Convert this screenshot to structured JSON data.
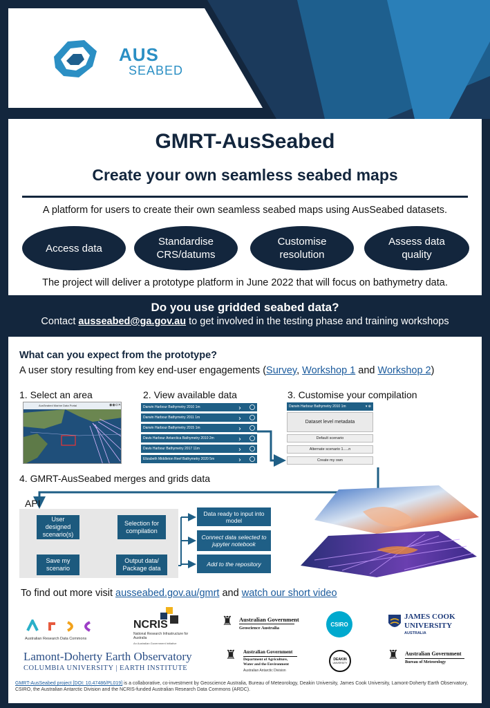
{
  "brand": {
    "line1": "AUS",
    "line2": "SEABED"
  },
  "title": "GMRT-AusSeabed",
  "subtitle": "Create your own seamless seabed maps",
  "intro": "A platform for users to create their own seamless seabed maps using AusSeabed datasets.",
  "features": [
    "Access data",
    "Standardise CRS/datums",
    "Customise resolution",
    "Assess data quality"
  ],
  "project_note": "The project will deliver a prototype platform in June 2022 that will focus on bathymetry data.",
  "banner": {
    "question": "Do you use gridded seabed data?",
    "contact_prefix": "Contact ",
    "email": "ausseabed@ga.gov.au",
    "contact_suffix": " to get involved in the testing phase and training workshops"
  },
  "expect": {
    "heading": "What can you expect from the prototype?",
    "text_prefix": "A user story resulting from key end-user engagements (",
    "link_survey": "Survey",
    "sep1": ", ",
    "link_w1": "Workshop 1",
    "sep2": " and ",
    "link_w2": "Workshop 2",
    "text_suffix": ")"
  },
  "steps": {
    "s1": "1. Select an area",
    "s2": "2. View available data",
    "s3": "3. Customise your compilation",
    "s4": "4. GMRT-AusSeabed merges and grids data"
  },
  "map_title": "AusSeabed Marine Data Portal",
  "datasets": [
    "Darwin Harbour Bathymetry 2010 1m",
    "Darwin Harbour Bathymetry 2011 1m",
    "Darwin Harbour Bathymetry 2015 1m",
    "Davis Harbour Antarctica Bathymetry 2010 2m",
    "Davis Harbour Bathymetry 2017 11m",
    "Elizabeth Middleton Reef Bathymetry 2020 5m"
  ],
  "compile": {
    "header": "Darwin Harbour Bathymetry 2010 1m",
    "metadata": "Dataset level metadata",
    "default": "Default scenario",
    "alternate": "Alternate scenario 1.....n",
    "create": "Create my own"
  },
  "api": {
    "label": "API",
    "user": "User designed scenario(s)",
    "selection": "Selection for compilation",
    "save": "Save my scenario",
    "output": "Output data/ Package data",
    "ready": "Data ready to input into model",
    "jupyter": "Connect data selected to jupyter notebook",
    "repo": "Add to the repository"
  },
  "more": {
    "prefix": "To find out more visit ",
    "link1": "ausseabed.gov.au/gmrt",
    "mid": " and ",
    "link2": "watch our short video"
  },
  "logos": {
    "ardc": "Australian Research Data Commons",
    "ncris": "NCRIS",
    "ncris_sub": "National Research Infrastructure for Australia",
    "ncris_sub2": "An Australian Government Initiative",
    "ag": "Australian Government",
    "ga": "Geoscience Australia",
    "csiro": "CSIRO",
    "jcu1": "JAMES COOK",
    "jcu2": "UNIVERSITY",
    "jcu3": "AUSTRALIA",
    "ldeo1": "Lamont-Doherty Earth Observatory",
    "ldeo2": "COLUMBIA UNIVERSITY | EARTH INSTITUTE",
    "dawe1": "Department of Agriculture,",
    "dawe2": "Water and the Environment",
    "dawe3": "Australian Antarctic Division",
    "deakin": "DEAKIN",
    "deakin_sub": "UNIVERSITY",
    "bom": "Bureau of Meteorology"
  },
  "footer": {
    "link": "GMRT-AusSeabed project [DOI: 10.47486/PL019]",
    "text": " is a collaborative, co-investment by Geoscience Australia, Bureau of Meteorology, Deakin University, James Cook University, Lamont-Doherty Earth Observatory, CSIRO, the Australian Antarctic Division and the NCRIS-funded Australian Research Data Commons (ARDC)."
  },
  "colors": {
    "navy": "#13263d",
    "teal": "#1f5f86",
    "accent": "#2a9fc9",
    "link": "#1a5a9c"
  }
}
